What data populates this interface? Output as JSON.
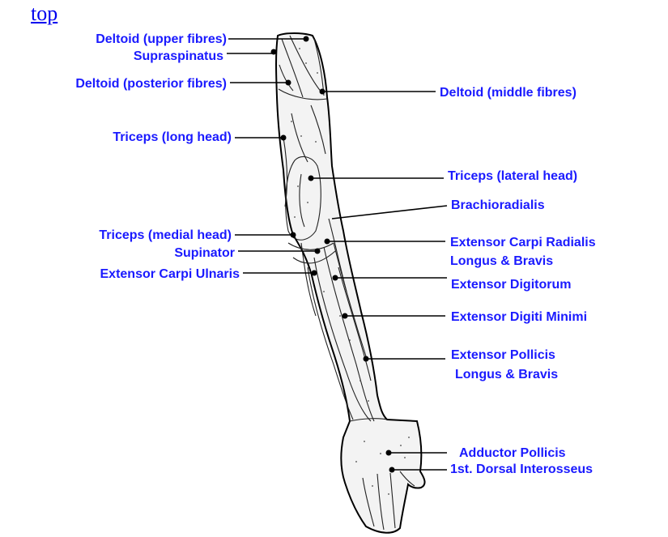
{
  "nav": {
    "top_link": "top"
  },
  "colors": {
    "label": "#1a1aff",
    "link": "#0000ee",
    "line": "#000000"
  },
  "labels": {
    "deltoid_upper": "Deltoid (upper fibres)",
    "supraspinatus": "Supraspinatus",
    "deltoid_posterior": "Deltoid (posterior fibres)",
    "triceps_long": "Triceps (long head)",
    "triceps_medial": "Triceps (medial head)",
    "supinator": "Supinator",
    "ext_carpi_ulnaris": "Extensor Carpi Ulnaris",
    "deltoid_middle": "Deltoid (middle fibres)",
    "triceps_lateral": "Triceps (lateral head)",
    "brachioradialis": "Brachioradialis",
    "ext_carpi_radialis_1": "Extensor Carpi Radialis",
    "ext_carpi_radialis_2": "Longus & Bravis",
    "ext_digitorum": "Extensor Digitorum",
    "ext_digiti_minimi": "Extensor Digiti Minimi",
    "ext_pollicis_1": "Extensor Pollicis",
    "ext_pollicis_2": "Longus & Bravis",
    "adductor_pollicis": "Adductor Pollicis",
    "dorsal_interosseus": "1st. Dorsal Interosseus"
  }
}
